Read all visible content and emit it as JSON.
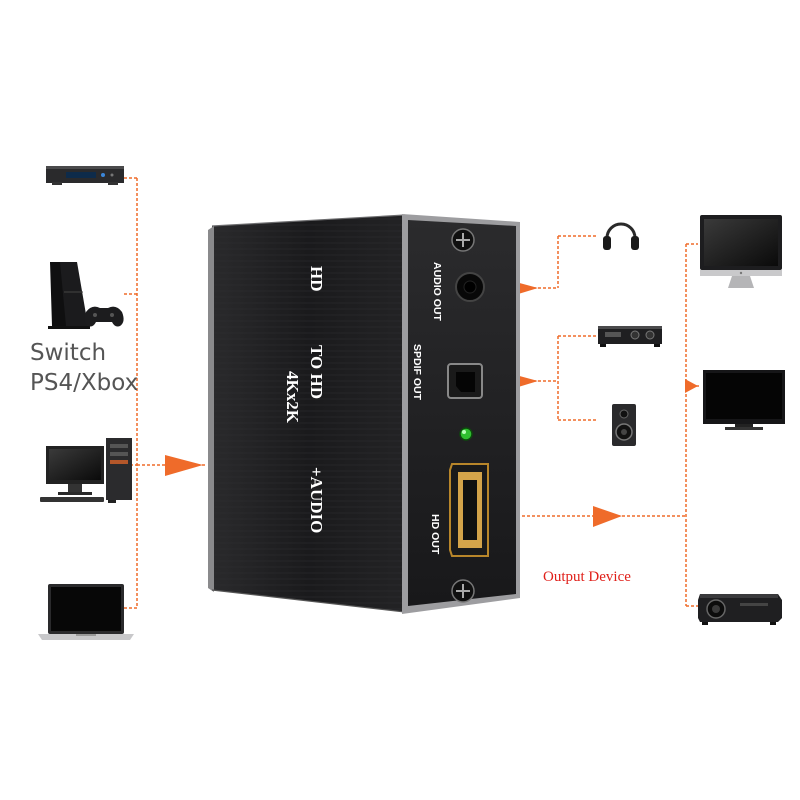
{
  "source_label": [
    "Switch",
    "PS4/Xbox"
  ],
  "device_face": {
    "line1": "HD",
    "line2": "TO HD",
    "line3": "4Kx2K",
    "line4": "+AUDIO"
  },
  "ports": {
    "audio_out": "AUDIO OUT",
    "spdif_out": "SPDIF OUT",
    "hd_out": "HD   OUT"
  },
  "output_label": "Output Device",
  "colors": {
    "connector": "#ef6b2a",
    "device_body": "#1d1d1f",
    "output_text": "#e0201a",
    "led": "#2fbf2f"
  },
  "icons": {
    "sources": [
      "dvd-player-icon",
      "ps4-console-icon",
      "desktop-pc-icon",
      "laptop-icon"
    ],
    "outputs": [
      "headphones-icon",
      "av-receiver-icon",
      "speaker-icon",
      "imac-monitor-icon",
      "tv-icon",
      "projector-icon"
    ]
  }
}
